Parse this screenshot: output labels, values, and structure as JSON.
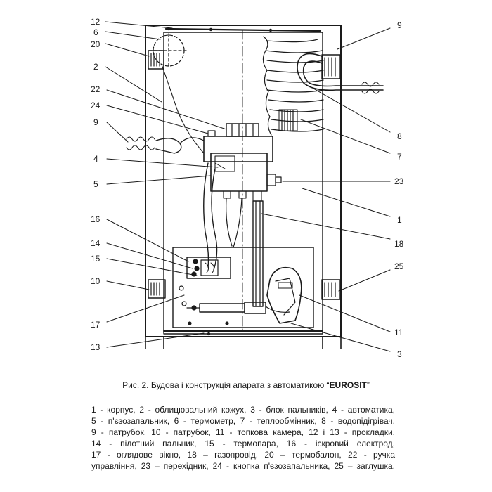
{
  "callouts": {
    "c12": "12",
    "c6": "6",
    "c20": "20",
    "c2": "2",
    "c22": "22",
    "c24": "24",
    "c9l": "9",
    "c4": "4",
    "c5": "5",
    "c16": "16",
    "c14": "14",
    "c15": "15",
    "c10": "10",
    "c17": "17",
    "c13": "13",
    "c9r": "9",
    "c8": "8",
    "c7": "7",
    "c23": "23",
    "c1": "1",
    "c18": "18",
    "c25": "25",
    "c11": "11",
    "c3": "3"
  },
  "caption": {
    "prefix": "Рис. 2. Будова і конструкція апарата з автоматикою “",
    "brand": "EUROSIT",
    "suffix": "”"
  },
  "legend_lines": [
    "1 - корпус, 2 - облицювальний кожух, 3 - блок пальників, 4 - автоматика,",
    "5 - п'єзозапальник, 6 - термометр, 7 - теплообмінник, 8 - водопідігрівач,",
    "9 - патрубок, 10 - патрубок, 11 - топкова камера, 12 і 13 - прокладки,",
    "14 - пілотний пальник, 15 - термопара, 16 - іскровий електрод,",
    "17 - оглядове вікно, 18 – газопровід, 20 – термобалон, 22 - ручка",
    "управління, 23 – перехідник, 24 - кнопка п'єзозапальника, 25 – заглушка."
  ]
}
